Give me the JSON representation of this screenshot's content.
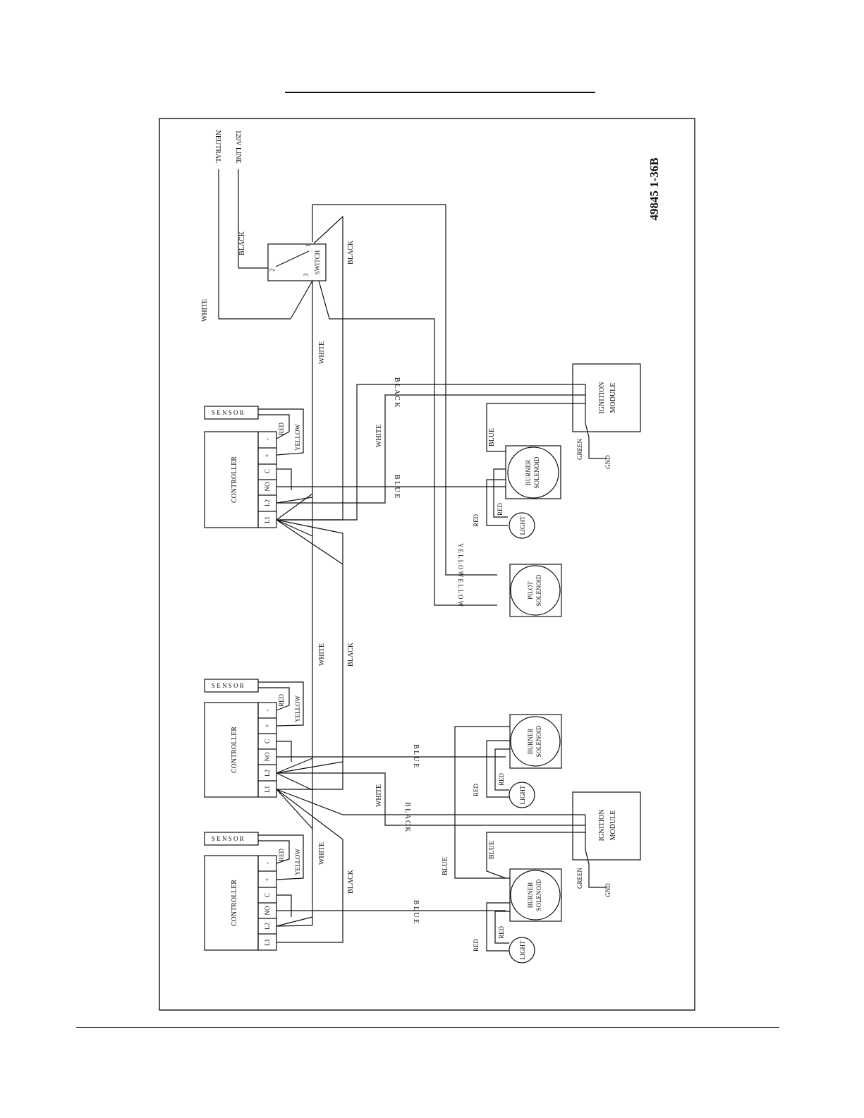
{
  "drawing_number": "49845 1-36B",
  "supply": {
    "neutral": "NEUTRAL",
    "line": "120V LINE"
  },
  "switch": {
    "label": "SWITCH",
    "t1": "1",
    "t2": "2",
    "t3": "3"
  },
  "wire_colors": {
    "black": "BLACK",
    "white": "WHITE",
    "red": "RED",
    "yellow": "YELLOW",
    "blue": "BLUE",
    "green": "GREEN",
    "black_v": "B L A C K",
    "blue_v": "B L U E",
    "yellow_v": "Y E L L O W"
  },
  "controller": {
    "label": "CONTROLLER",
    "terminals": [
      "L1",
      "L2",
      "NO",
      "C",
      "+",
      "-"
    ]
  },
  "sensor": {
    "label": "S E N S O R"
  },
  "ignition_module": {
    "line1": "IGNITION",
    "line2": "MODULE",
    "ground": "GND"
  },
  "burner_solenoid": {
    "line1": "BURNER",
    "line2": "SOLENOID"
  },
  "pilot_solenoid": {
    "line1": "PILOT",
    "line2": "SOLENOID"
  },
  "light": {
    "label": "LIGHT"
  }
}
